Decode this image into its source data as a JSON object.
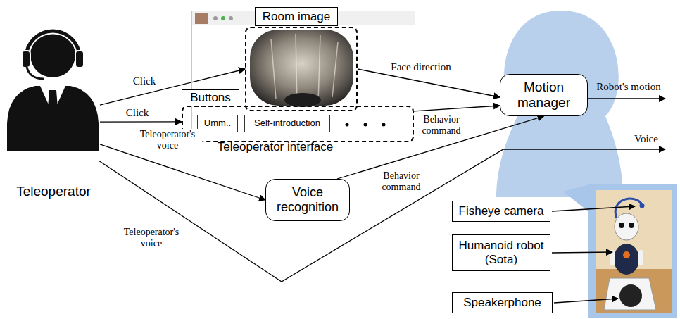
{
  "diagram": {
    "nodes": [
      {
        "text": [
          "Teleoperator"
        ]
      },
      {
        "text": [
          "Teleoperator interface"
        ]
      },
      {
        "text": [
          "Room image"
        ],
        "in": 1
      },
      {
        "text": [
          "Buttons"
        ],
        "in": 1
      },
      {
        "text": [
          "Umm.."
        ],
        "in": 3
      },
      {
        "text": [
          "Self-introduction"
        ],
        "in": 3
      },
      {
        "text": [
          "Voice recognition"
        ]
      },
      {
        "text": [
          "Motion manager"
        ]
      },
      {
        "text": [
          "Fisheye camera"
        ]
      },
      {
        "text": [
          "Humanoid robot (Sota)"
        ]
      },
      {
        "text": [
          "Speakerphone"
        ]
      }
    ],
    "edges": [
      {
        "from": 0,
        "to": 2,
        "label": "Click",
        "arrow": "to"
      },
      {
        "from": 0,
        "to": 3,
        "label": "Click",
        "arrow": "to"
      },
      {
        "from": 0,
        "to": 6,
        "label": "Teleoperator's voice",
        "arrow": "to"
      },
      {
        "from": 2,
        "to": 7,
        "label": "Face direction",
        "arrow": "to"
      },
      {
        "from": 3,
        "to": 7,
        "label": "Behavior command",
        "arrow": "to"
      },
      {
        "from": 6,
        "to": 7,
        "label": "Behavior command",
        "arrow": "to"
      }
    ],
    "labels": [
      "Teleoperator's voice",
      "Voice",
      "Robot's motion"
    ]
  }
}
